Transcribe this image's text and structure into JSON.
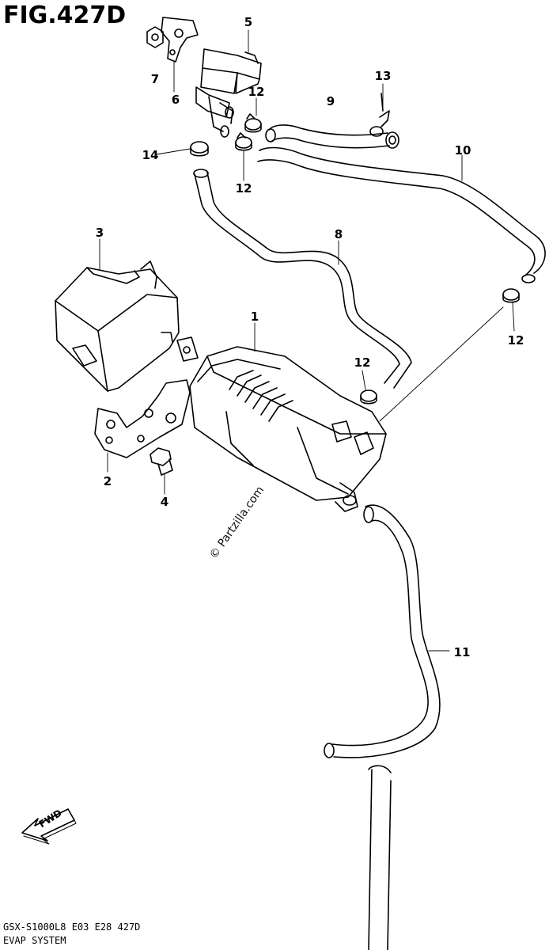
{
  "figure": {
    "title": "FIG.427D"
  },
  "footer": {
    "model_line": "GSX-S1000L8  E03  E28  427D",
    "section_name": "EVAP SYSTEM"
  },
  "watermark": {
    "text": "© Partzilla.com"
  },
  "fwd_badge": {
    "label": "FWD"
  },
  "callouts": [
    {
      "id": "c5",
      "text": "5"
    },
    {
      "id": "c7",
      "text": "7"
    },
    {
      "id": "c6",
      "text": "6"
    },
    {
      "id": "c12a",
      "text": "12"
    },
    {
      "id": "c9",
      "text": "9"
    },
    {
      "id": "c13",
      "text": "13"
    },
    {
      "id": "c14",
      "text": "14"
    },
    {
      "id": "c12b",
      "text": "12"
    },
    {
      "id": "c10",
      "text": "10"
    },
    {
      "id": "c3",
      "text": "3"
    },
    {
      "id": "c8",
      "text": "8"
    },
    {
      "id": "c1",
      "text": "1"
    },
    {
      "id": "c12c",
      "text": "12"
    },
    {
      "id": "c12d",
      "text": "12"
    },
    {
      "id": "c2",
      "text": "2"
    },
    {
      "id": "c4",
      "text": "4"
    },
    {
      "id": "c11",
      "text": "11"
    }
  ]
}
